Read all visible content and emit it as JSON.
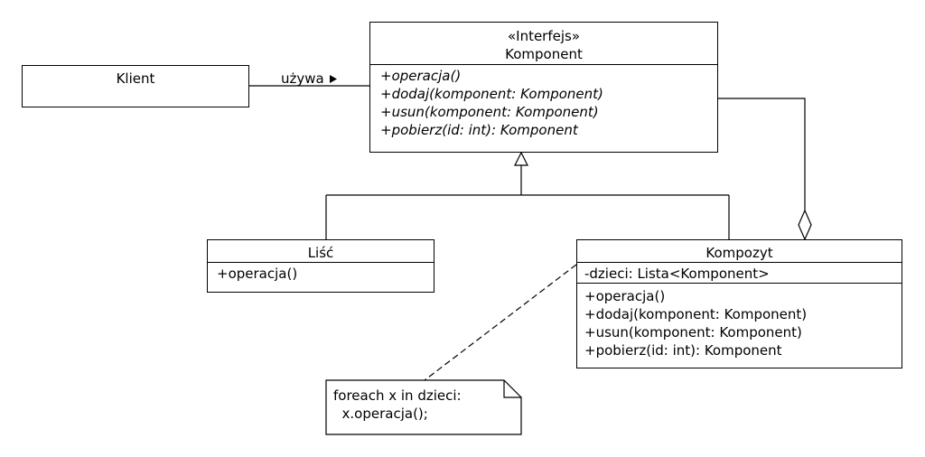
{
  "client": {
    "name": "Klient"
  },
  "association": {
    "label": "używa"
  },
  "component": {
    "stereotype": "«Interfejs»",
    "name": "Komponent",
    "methods": [
      "+operacja()",
      "+dodaj(komponent: Komponent)",
      "+usun(komponent: Komponent)",
      "+pobierz(id: int): Komponent"
    ]
  },
  "leaf": {
    "name": "Liść",
    "methods": [
      "+operacja()"
    ]
  },
  "composite": {
    "name": "Kompozyt",
    "attributes": [
      "-dzieci: Lista<Komponent>"
    ],
    "methods": [
      "+operacja()",
      "+dodaj(komponent: Komponent)",
      "+usun(komponent: Komponent)",
      "+pobierz(id: int): Komponent"
    ]
  },
  "note": {
    "lines": [
      "foreach x in dzieci:",
      "  x.operacja();"
    ]
  }
}
